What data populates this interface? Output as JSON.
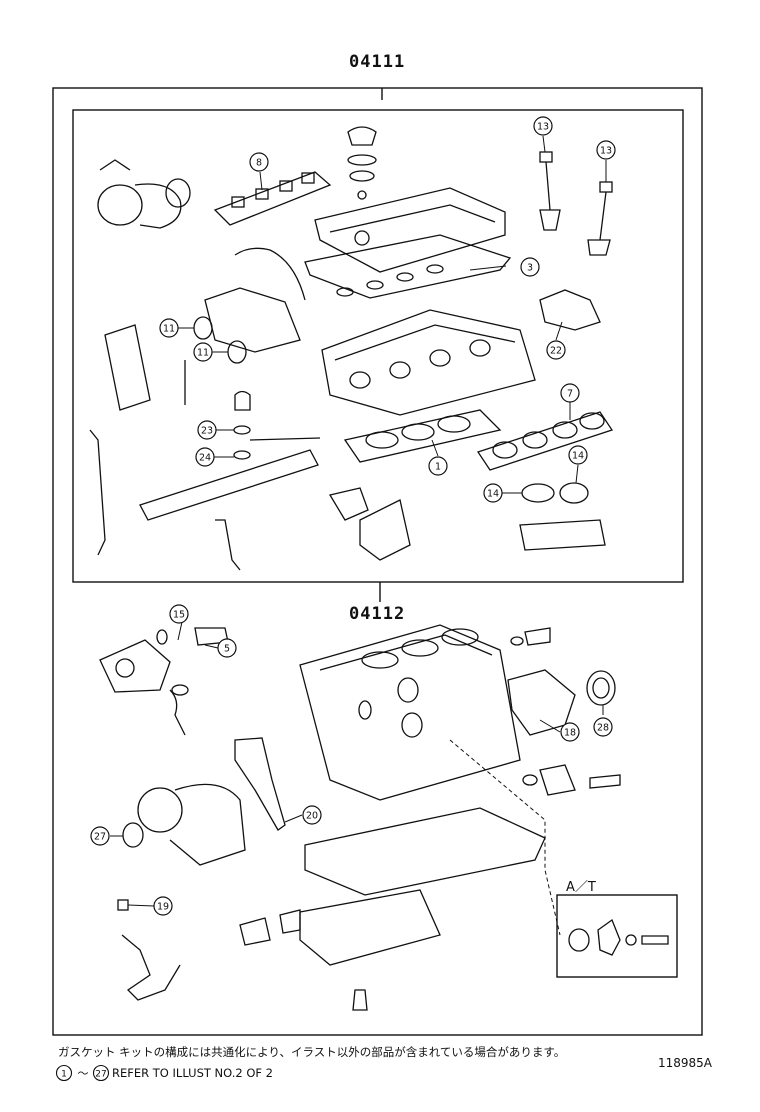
{
  "kit_upper": {
    "code": "04111"
  },
  "kit_lower": {
    "code": "04112"
  },
  "callouts_upper": [
    "8",
    "3",
    "13",
    "13",
    "11",
    "11",
    "22",
    "7",
    "23",
    "24",
    "1",
    "14",
    "14"
  ],
  "callouts_lower": [
    "15",
    "5",
    "18",
    "28",
    "27",
    "20",
    "19"
  ],
  "at_box": {
    "label": "A／T"
  },
  "notes": {
    "jp": "ガスケット キットの構成には共通化により、イラスト以外の部品が含まれている場合があります。",
    "range_start": "1",
    "range_sep": "～",
    "range_end": "27",
    "refer": "REFER TO ILLUST NO.2 OF 2"
  },
  "illustration_id": "118985A"
}
